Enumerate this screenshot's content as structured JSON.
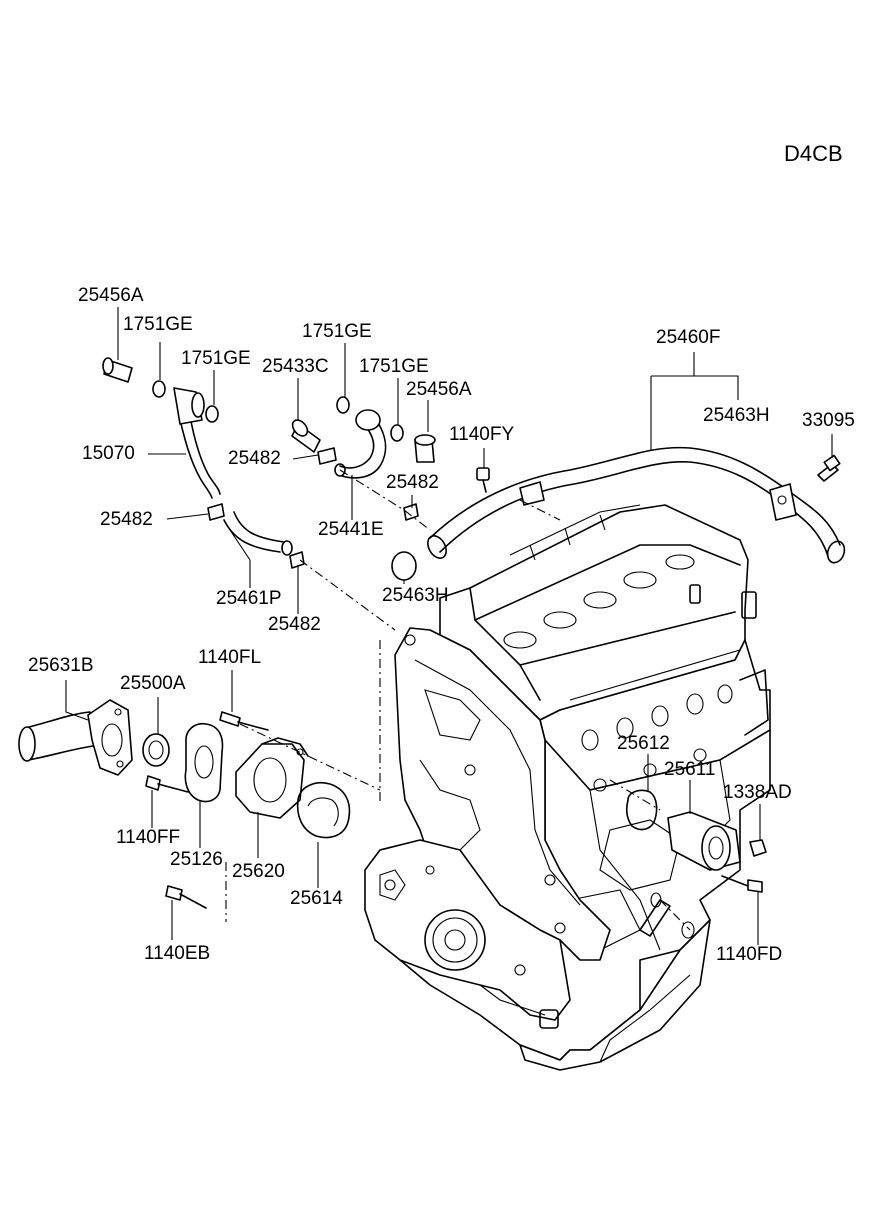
{
  "engine_code": "D4CB",
  "part_labels": [
    "25456A",
    "1751GE",
    "1751GE",
    "1751GE",
    "25433C",
    "1751GE",
    "25456A",
    "25460F",
    "25463H",
    "33095",
    "1140FY",
    "15070",
    "25482",
    "25482",
    "25441E",
    "25482",
    "25461P",
    "25482",
    "25463H",
    "25631B",
    "25500A",
    "1140FL",
    "1140FF",
    "25126",
    "25620",
    "25614",
    "1140EB",
    "25612",
    "25611",
    "1338AD",
    "1140FD"
  ]
}
